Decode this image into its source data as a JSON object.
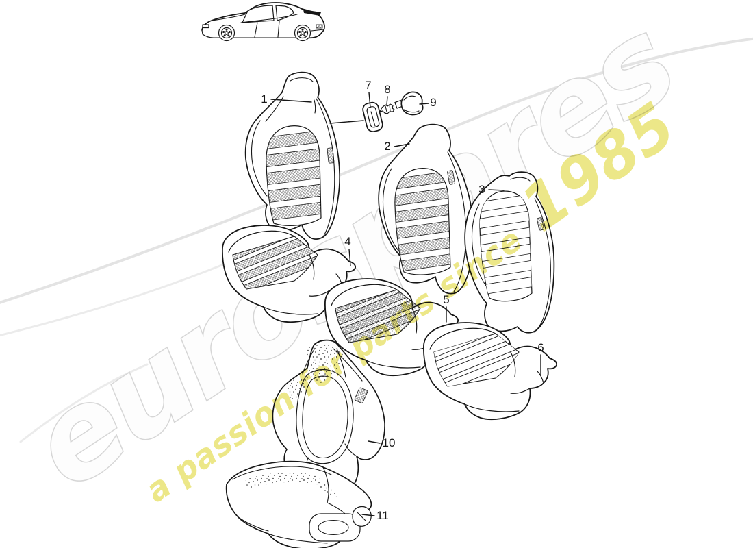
{
  "watermark": {
    "brand": "eurospares",
    "brand_outline": "#d6d6d6",
    "tagline": "a passion for parts since",
    "year": "1985",
    "tagline_color": "#ebe57e"
  },
  "vehicle": {
    "icon": "porsche-944-side-silhouette"
  },
  "line_color": "#161616",
  "callouts": [
    {
      "label": "1"
    },
    {
      "label": "2"
    },
    {
      "label": "3"
    },
    {
      "label": "4"
    },
    {
      "label": "5"
    },
    {
      "label": "6"
    },
    {
      "label": "7"
    },
    {
      "label": "8"
    },
    {
      "label": "9"
    },
    {
      "label": "10"
    },
    {
      "label": "11"
    }
  ]
}
